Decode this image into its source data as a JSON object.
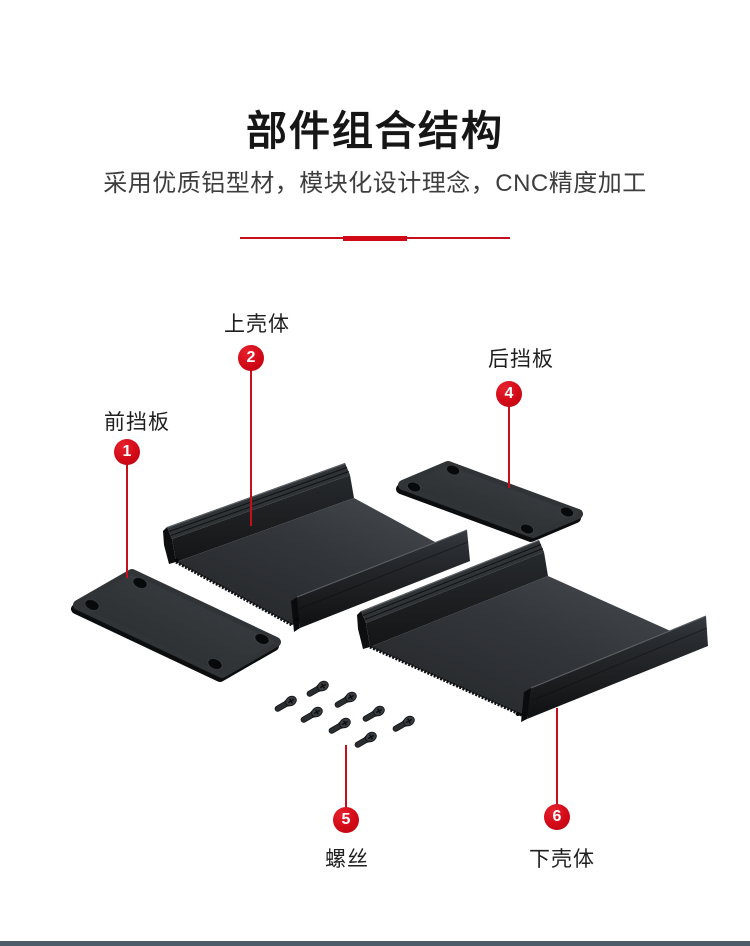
{
  "header": {
    "title": "部件组合结构",
    "subtitle": "采用优质铝型材，模块化设计理念，CNC精度加工"
  },
  "callouts": {
    "front_plate": {
      "number": "1",
      "label": "前挡板"
    },
    "upper_shell": {
      "number": "2",
      "label": "上壳体"
    },
    "rear_plate": {
      "number": "4",
      "label": "后挡板"
    },
    "screws": {
      "number": "5",
      "label": "螺丝"
    },
    "lower_shell": {
      "number": "6",
      "label": "下壳体"
    }
  },
  "illustration": {
    "screw_count": 8
  },
  "colors": {
    "accent": "#d20a17",
    "leader_line": "#c50f1d",
    "footer_bar": "#4d5c69"
  }
}
